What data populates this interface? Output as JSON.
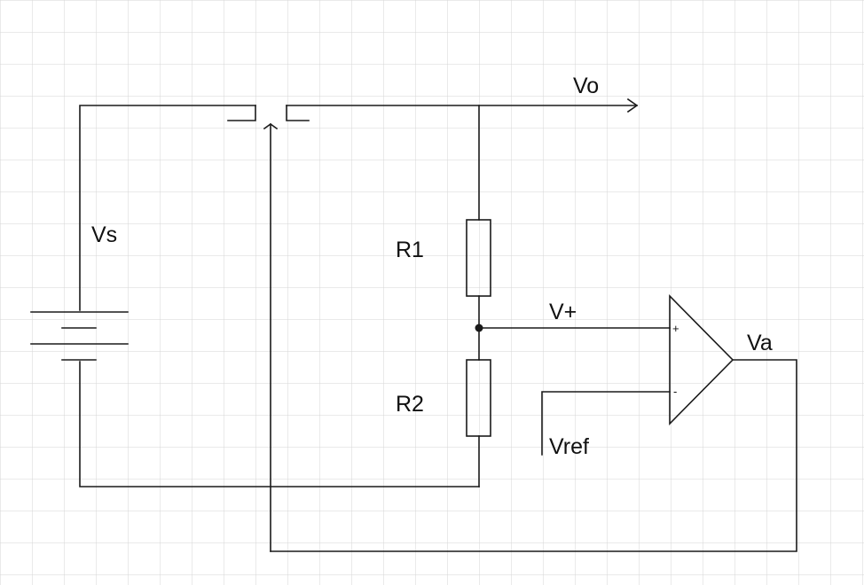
{
  "diagram": {
    "labels": {
      "vo": "Vo",
      "vs": "Vs",
      "r1": "R1",
      "r2": "R2",
      "v_plus": "V+",
      "va": "Va",
      "vref": "Vref",
      "plus_sign": "+",
      "minus_sign": "-"
    },
    "colors": {
      "background": "#ffffff",
      "grid": "#d6d6d6",
      "wire": "#1a1a1a"
    }
  }
}
